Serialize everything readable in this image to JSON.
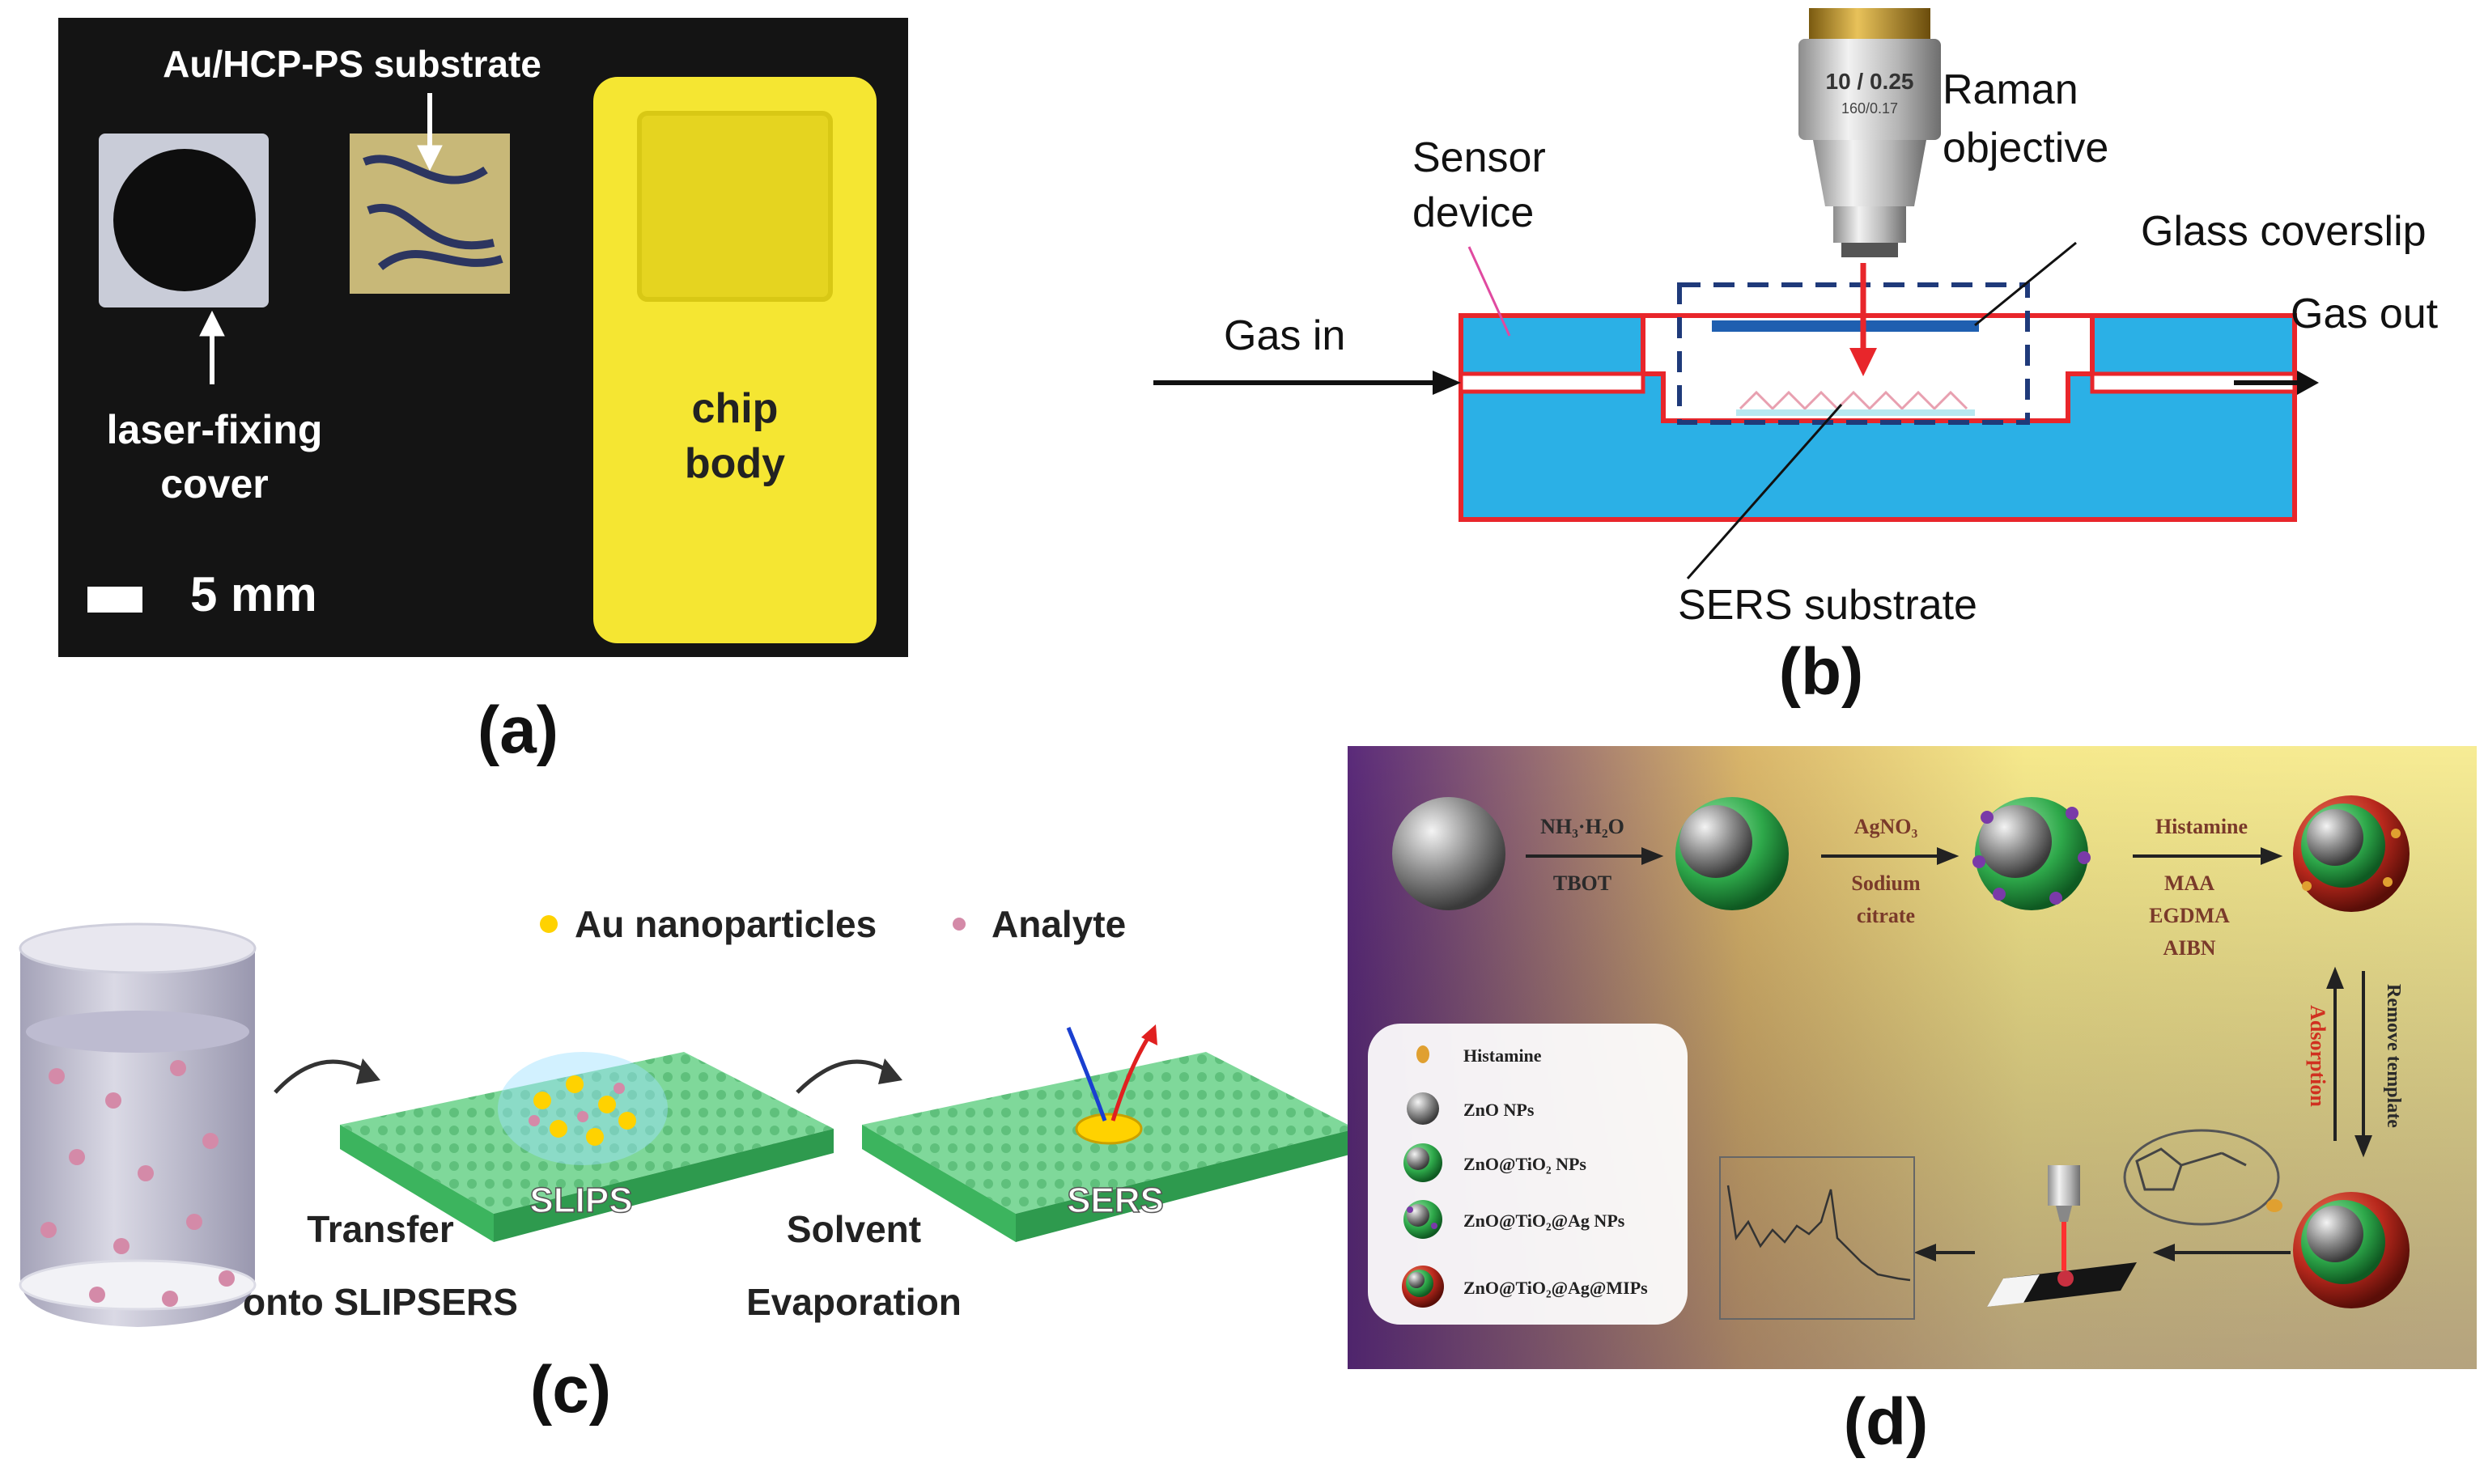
{
  "panel_a": {
    "label": "(a)",
    "substrate": "Au/HCP-PS substrate",
    "cover_line1": "laser-fixing",
    "cover_line2": "cover",
    "chip_line1": "chip",
    "chip_line2": "body",
    "scale": "5 mm"
  },
  "panel_b": {
    "label": "(b)",
    "sensor_line1": "Sensor",
    "sensor_line2": "device",
    "raman_line1": "Raman",
    "raman_line2": "objective",
    "lens_text1": "10 / 0.25",
    "lens_text2": "160/0.17",
    "coverslip": "Glass coverslip",
    "gas_in": "Gas in",
    "gas_out": "Gas out",
    "sers_substrate": "SERS substrate"
  },
  "panel_c": {
    "label": "(c)",
    "legend_au": "Au nanoparticles",
    "legend_analyte": "Analyte",
    "slips": "SLIPS",
    "sers": "SERS",
    "transfer_line1": "Transfer",
    "transfer_line2": "onto SLIPSERS",
    "solvent_line1": "Solvent",
    "solvent_line2": "Evaporation"
  },
  "panel_d": {
    "label": "(d)",
    "step1_top": "NH₃·H₂O",
    "step1_bottom": "TBOT",
    "step2_top": "AgNO₃",
    "step2_bottom1": "Sodium",
    "step2_bottom2": "citrate",
    "step3_top": "Histamine",
    "step3_b1": "MAA",
    "step3_b2": "EGDMA",
    "step3_b3": "AIBN",
    "remove_template": "Remove template",
    "adsorption": "Adsorption",
    "legend": [
      "Histamine",
      "ZnO NPs",
      "ZnO@TiO₂ NPs",
      "ZnO@TiO₂@Ag NPs",
      "ZnO@TiO₂@Ag@MIPs"
    ]
  },
  "colors": {
    "chip_yellow": "#f5e632",
    "device_blue": "#2bb0e6",
    "device_red": "#e8262b",
    "slips_green": "#6ed08a",
    "mip_red": "#b8281c",
    "shell_green": "#2ea84a"
  }
}
